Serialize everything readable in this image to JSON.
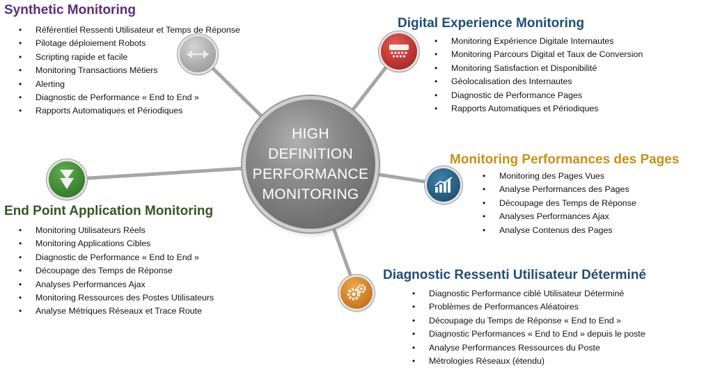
{
  "hub": {
    "lines": [
      "HIGH",
      "DEFINITION",
      "PERFORMANCE",
      "MONITORING"
    ]
  },
  "colors": {
    "synthetic": "#5a2d82",
    "dem": "#1f4e79",
    "pages": "#c69214",
    "endpoint": "#375623",
    "diagnostic": "#1f4e79",
    "connector": "#a6a6a6"
  },
  "icons": {
    "synthetic": "arrows-icon",
    "dem": "keyboard-icon",
    "pages": "bar-chart-icon",
    "endpoint": "download-arrow-icon",
    "diagnostic": "gears-icon"
  },
  "sections": {
    "synthetic": {
      "title": "Synthetic Monitoring",
      "items": [
        "Référentiel Ressenti Utilisateur et Temps de Réponse",
        "Pilotage déploiement Robots",
        "Scripting rapide et facile",
        "Monitoring Transactions Métiers",
        "Alerting",
        "Diagnostic de Performance « End to End »",
        "Rapports Automatiques et Périodiques"
      ]
    },
    "dem": {
      "title": "Digital Experience Monitoring",
      "items": [
        "Monitoring Expérience Digitale Internautes",
        "Monitoring Parcours Digital et Taux de Conversion",
        "Monitoring Satisfaction et Disponibilité",
        "Géolocalisation des Internautes",
        "Diagnostic de Performance Pages",
        "Rapports Automatiques et Périodiques"
      ]
    },
    "pages": {
      "title": "Monitoring Performances des Pages",
      "items": [
        "Monitoring des Pages Vues",
        "Analyse Performances des Pages",
        "Découpage des Temps de Réponse",
        "Analyses Performances Ajax",
        "Analyse Contenus des Pages"
      ]
    },
    "endpoint": {
      "title": "End Point Application Monitoring",
      "items": [
        "Monitoring Utilisateurs Réels",
        "Monitoring Applications Cibles",
        "Diagnostic de Performance « End to End »",
        "Découpage des Temps de Réponse",
        "Analyses Performances Ajax",
        "Monitoring Ressources des Postes Utilisateurs",
        "Analyse Métriques Réseaux et Trace Route"
      ]
    },
    "diagnostic": {
      "title": "Diagnostic Ressenti Utilisateur Déterminé",
      "items": [
        "Diagnostic Performance ciblé Utilisateur Déterminé",
        "Problèmes de Performances Aléatoires",
        "Découpage du Temps de Réponse « End to End »",
        "Diagnostic Performances « End to End » depuis le poste",
        "Analyse Performances Ressources du Poste",
        "Métrologies Réseaux (étendu)"
      ]
    }
  }
}
